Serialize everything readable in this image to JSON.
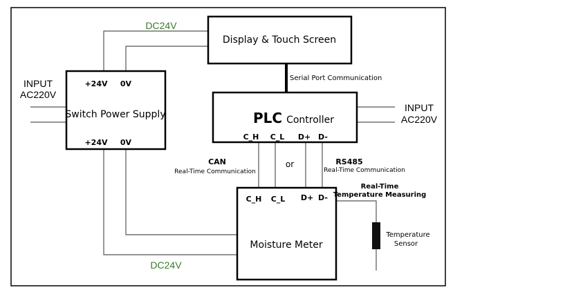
{
  "colors": {
    "dc_label": "#3a7a2a",
    "line": "#555555",
    "box": "#000000"
  },
  "display": {
    "label": "Display & Touch Screen"
  },
  "power": {
    "label": "Switch Power Supply",
    "top_pos": "+24V",
    "top_zero": "0V",
    "bot_pos": "+24V",
    "bot_zero": "0V"
  },
  "plc": {
    "label_bold": "PLC",
    "label_rest": "Controller",
    "pins": [
      "C_H",
      "C_L",
      "D+",
      "D-"
    ]
  },
  "meter": {
    "label": "Moisture Meter",
    "pins": [
      "C_H",
      "C_L",
      "D+",
      "D-"
    ]
  },
  "sensor": {
    "line1": "Temperature",
    "line2": "Sensor"
  },
  "labels": {
    "dc_top": "DC24V",
    "dc_bottom": "DC24V",
    "serial": "Serial Port Communication",
    "input_left_1": "INPUT",
    "input_left_2": "AC220V",
    "input_right_1": "INPUT",
    "input_right_2": "AC220V",
    "can_title": "CAN",
    "can_sub": "Real-Time Communication",
    "or": "or",
    "rs485_title": "RS485",
    "rs485_sub": "Real-Time Communication",
    "temp_meas_1": "Real-Time",
    "temp_meas_2": "Temperature Measuring"
  }
}
